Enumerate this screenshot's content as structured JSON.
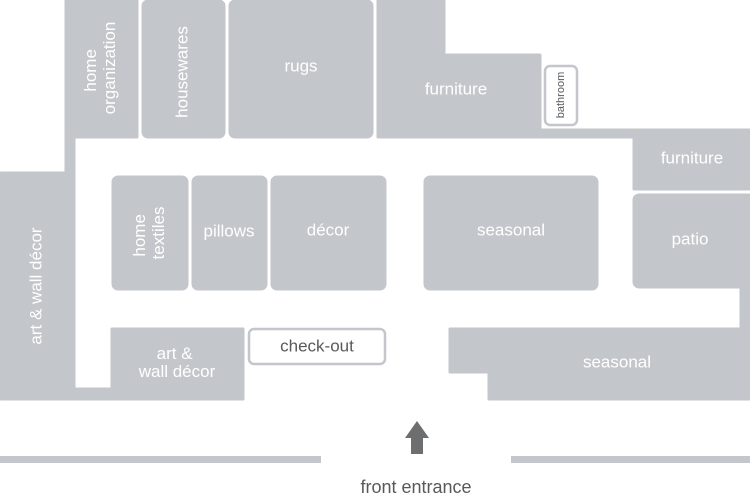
{
  "departments": {
    "home_organization": [
      "home",
      "organization"
    ],
    "housewares": "housewares",
    "rugs": "rugs",
    "furniture_main": "furniture",
    "bathroom": "bathroom",
    "furniture_right": "furniture",
    "art_wall_decor_left": "art & wall décor",
    "home_textiles": [
      "home",
      "textiles"
    ],
    "pillows": "pillows",
    "decor": "décor",
    "seasonal_center": "seasonal",
    "patio": "patio",
    "art_wall_decor_bottom": [
      "art &",
      "wall décor"
    ],
    "check_out": "check-out",
    "seasonal_bottom": "seasonal"
  },
  "entrance_label": "front entrance",
  "colors": {
    "block": "#c3c6ca",
    "arrow": "#6d6e70",
    "text_dark": "#58595b"
  }
}
